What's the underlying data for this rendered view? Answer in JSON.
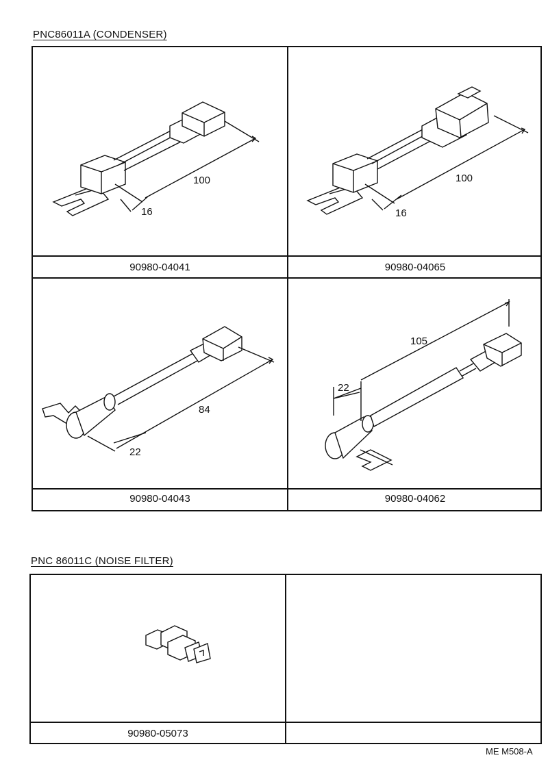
{
  "sections": [
    {
      "title": "PNC86011A  (CONDENSER)",
      "parts": [
        {
          "part_number": "90980-04041",
          "dimensions": [
            "100",
            "16"
          ],
          "illustration": "condenser-bracket-connector"
        },
        {
          "part_number": "90980-04065",
          "dimensions": [
            "100",
            "16"
          ],
          "illustration": "condenser-bracket-sealed-connector"
        },
        {
          "part_number": "90980-04043",
          "dimensions": [
            "84",
            "22"
          ],
          "illustration": "condenser-cylinder-connector"
        },
        {
          "part_number": "90980-04062",
          "dimensions": [
            "105",
            "22"
          ],
          "illustration": "condenser-cylinder-long-connector"
        }
      ]
    },
    {
      "title": "PNC 86011C (NOISE FILTER)",
      "parts": [
        {
          "part_number": "90980-05073",
          "illustration": "noise-filter-connector"
        },
        {
          "part_number": "",
          "illustration": ""
        }
      ]
    }
  ],
  "footer": "ME M508-A"
}
